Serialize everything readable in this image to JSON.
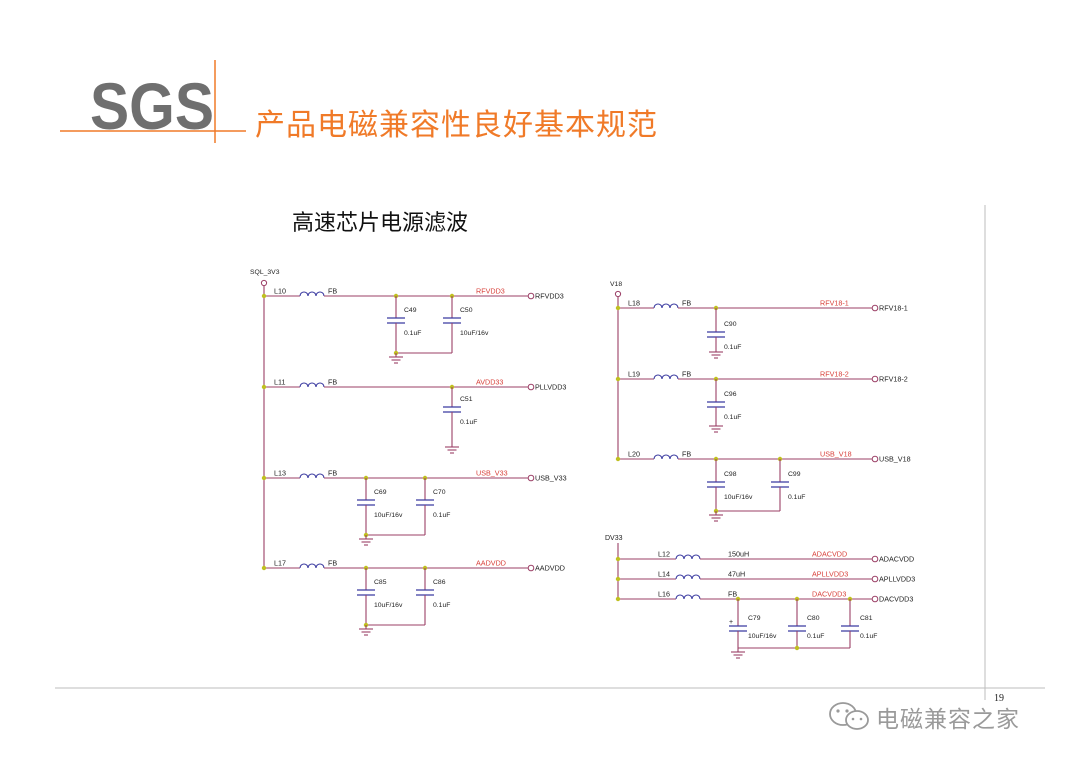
{
  "header": {
    "logo_text": "SGS",
    "title": "产品电磁兼容性良好基本规范"
  },
  "section_title": "高速芯片电源滤波",
  "page_number": "19",
  "watermark": {
    "text": "电磁兼容之家"
  },
  "colors": {
    "accent_orange": "#f07a28",
    "logo_gray": "#6f6f6f",
    "wire": "#9b3f66",
    "net_label": "#d8403a",
    "component": "#3a3aa0",
    "junction": "#c0c020",
    "ground": "#9b3f66"
  },
  "schematic": {
    "left": {
      "supply": "SQL_3V3",
      "rows": [
        {
          "ref": "L10",
          "part": "FB",
          "net": "RFVDD3",
          "port": "RFVDD3",
          "caps": [
            {
              "ref": "C49",
              "value": "0.1uF"
            },
            {
              "ref": "C50",
              "value": "10uF/16v"
            }
          ]
        },
        {
          "ref": "L11",
          "part": "FB",
          "net": "AVDD33",
          "port": "PLLVDD3",
          "caps": [
            {
              "ref": "C51",
              "value": "0.1uF"
            }
          ]
        },
        {
          "ref": "L13",
          "part": "FB",
          "net": "USB_V33",
          "port": "USB_V33",
          "caps": [
            {
              "ref": "C69",
              "value": "10uF/16v"
            },
            {
              "ref": "C70",
              "value": "0.1uF"
            }
          ]
        },
        {
          "ref": "L17",
          "part": "FB",
          "net": "AADVDD",
          "port": "AADVDD",
          "caps": [
            {
              "ref": "C85",
              "value": "10uF/16v"
            },
            {
              "ref": "C86",
              "value": "0.1uF"
            }
          ]
        }
      ]
    },
    "right_top": {
      "supply": "V18",
      "rows": [
        {
          "ref": "L18",
          "part": "FB",
          "net": "RFV18-1",
          "port": "RFV18-1",
          "caps": [
            {
              "ref": "C90",
              "value": "0.1uF"
            }
          ]
        },
        {
          "ref": "L19",
          "part": "FB",
          "net": "RFV18-2",
          "port": "RFV18-2",
          "caps": [
            {
              "ref": "C96",
              "value": "0.1uF"
            }
          ]
        },
        {
          "ref": "L20",
          "part": "FB",
          "net": "USB_V18",
          "port": "USB_V18",
          "caps": [
            {
              "ref": "C98",
              "value": "10uF/16v"
            },
            {
              "ref": "C99",
              "value": "0.1uF"
            }
          ]
        }
      ]
    },
    "right_bottom": {
      "supply": "DV33",
      "rows": [
        {
          "ref": "L12",
          "part": "150uH",
          "net": "ADACVDD",
          "port": "ADACVDD"
        },
        {
          "ref": "L14",
          "part": "47uH",
          "net": "APLLVDD3",
          "port": "APLLVDD3"
        },
        {
          "ref": "L16",
          "part": "FB",
          "net": "DACVDD3",
          "port": "DACVDD3"
        }
      ],
      "caps": [
        {
          "ref": "C79",
          "value": "10uF/16v",
          "polarized": "+"
        },
        {
          "ref": "C80",
          "value": "0.1uF"
        },
        {
          "ref": "C81",
          "value": "0.1uF"
        }
      ]
    }
  }
}
